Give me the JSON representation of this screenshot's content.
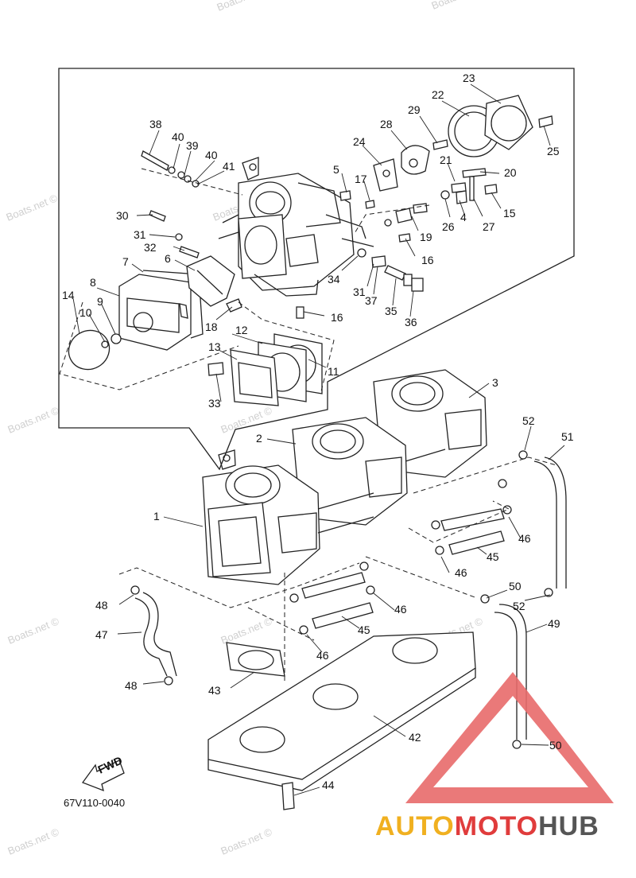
{
  "diagram": {
    "drawing_code": "67V110-0040",
    "fwd_label": "FWD",
    "watermark": "Boats.net ©",
    "brand": {
      "part1": "AUTO",
      "part2": "MOTO",
      "part3": "HUB"
    },
    "callouts": [
      "1",
      "2",
      "3",
      "4",
      "5",
      "6",
      "7",
      "8",
      "9",
      "10",
      "11",
      "12",
      "13",
      "14",
      "15",
      "16",
      "16",
      "17",
      "18",
      "19",
      "20",
      "21",
      "22",
      "23",
      "24",
      "25",
      "26",
      "27",
      "28",
      "29",
      "30",
      "31",
      "31",
      "32",
      "33",
      "34",
      "35",
      "36",
      "37",
      "38",
      "39",
      "40",
      "40",
      "41",
      "42",
      "43",
      "44",
      "45",
      "45",
      "46",
      "46",
      "46",
      "46",
      "47",
      "48",
      "48",
      "49",
      "50",
      "50",
      "51",
      "52",
      "52"
    ],
    "colors": {
      "line": "#222222",
      "brand_orange": "#f0b020",
      "brand_red": "#e03c3c",
      "brand_gray": "#555555",
      "triangle": "#e86a6a"
    }
  }
}
